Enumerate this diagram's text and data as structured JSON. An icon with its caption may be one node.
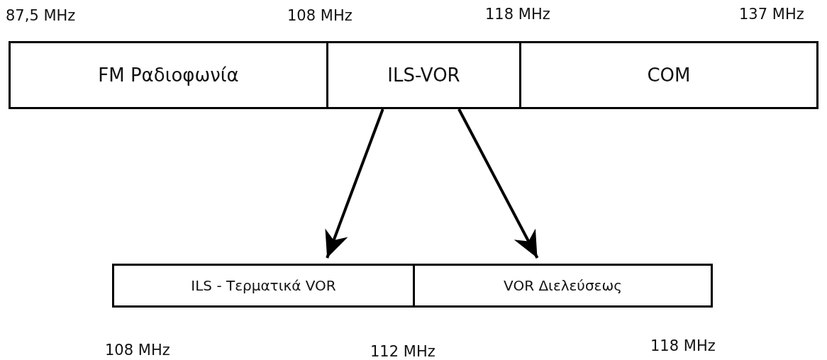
{
  "diagram": {
    "nodes": [
      {
        "text": [
          "FM Ραδιοφωνία"
        ]
      },
      {
        "text": [
          "ILS-VOR"
        ]
      },
      {
        "text": [
          "COM"
        ]
      },
      {
        "text": [
          "ILS - Τερματικά VOR"
        ]
      },
      {
        "text": [
          "VOR Διελεύσεως"
        ]
      }
    ],
    "edges": [
      {
        "from": 1,
        "to": 3,
        "arrow": "to"
      },
      {
        "from": 1,
        "to": 4,
        "arrow": "to"
      }
    ],
    "labels": [
      "87,5 MHz",
      "108 MHz",
      "118 MHz",
      "137 MHz",
      "108 MHz",
      "112 MHz",
      "118 MHz"
    ]
  }
}
